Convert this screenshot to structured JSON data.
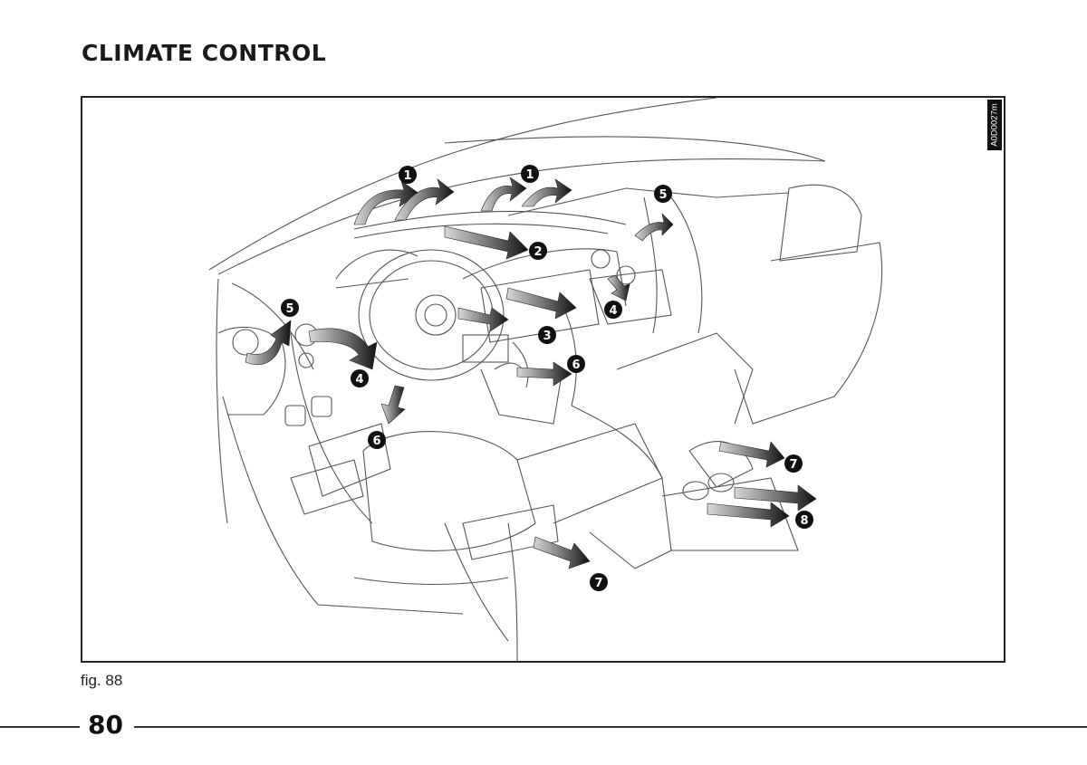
{
  "page": {
    "title": "CLIMATE CONTROL",
    "figure_code": "A0D0027m",
    "caption": "fig. 88",
    "page_number": "80"
  },
  "callouts": {
    "c1a": "1",
    "c1b": "1",
    "c2": "2",
    "c3": "3",
    "c4a": "4",
    "c4b": "4",
    "c5a": "5",
    "c5b": "5",
    "c6a": "6",
    "c6b": "6",
    "c7a": "7",
    "c7b": "7",
    "c8": "8"
  }
}
